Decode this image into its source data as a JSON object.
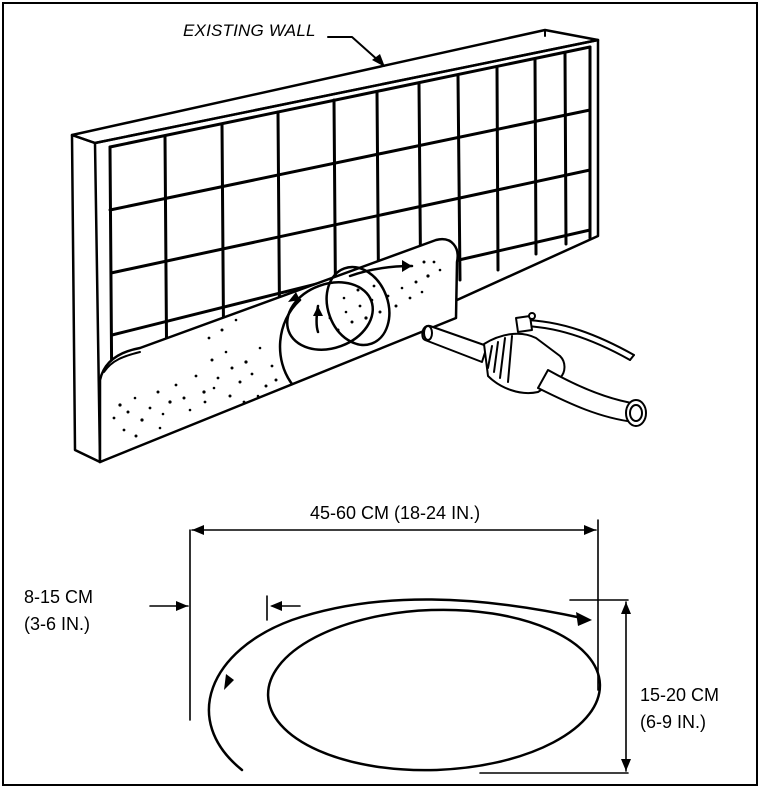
{
  "figure": {
    "wall_label": "EXISTING WALL",
    "dimensions": {
      "width": "45-60 CM (18-24 IN.)",
      "offset_line1": "8-15 CM",
      "offset_line2": "(3-6 IN.)",
      "height_line1": "15-20 CM",
      "height_line2": "(6-9 IN.)"
    }
  }
}
